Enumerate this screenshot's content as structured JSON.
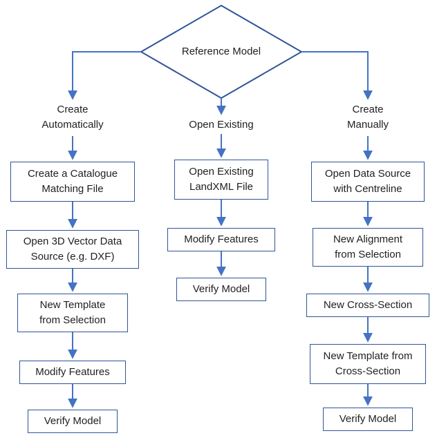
{
  "diagram": {
    "root_label": "Reference Model",
    "colors": {
      "box_border": "#2F5496",
      "arrow": "#4472C4",
      "text": "#1f1f1f"
    },
    "branches": [
      {
        "id": "create-automatically",
        "header": "Create Automatically",
        "steps": [
          "Create a Catalogue Matching File",
          "Open 3D Vector Data Source (e.g. DXF)",
          "New Template from Selection",
          "Modify Features",
          "Verify Model"
        ]
      },
      {
        "id": "open-existing",
        "header": "Open Existing",
        "steps": [
          "Open Existing LandXML File",
          "Modify Features",
          "Verify Model"
        ]
      },
      {
        "id": "create-manually",
        "header": "Create Manually",
        "steps": [
          "Open Data Source with Centreline",
          "New Alignment from Selection",
          "New Cross-Section",
          "New Template from Cross-Section",
          "Verify Model"
        ]
      }
    ]
  }
}
